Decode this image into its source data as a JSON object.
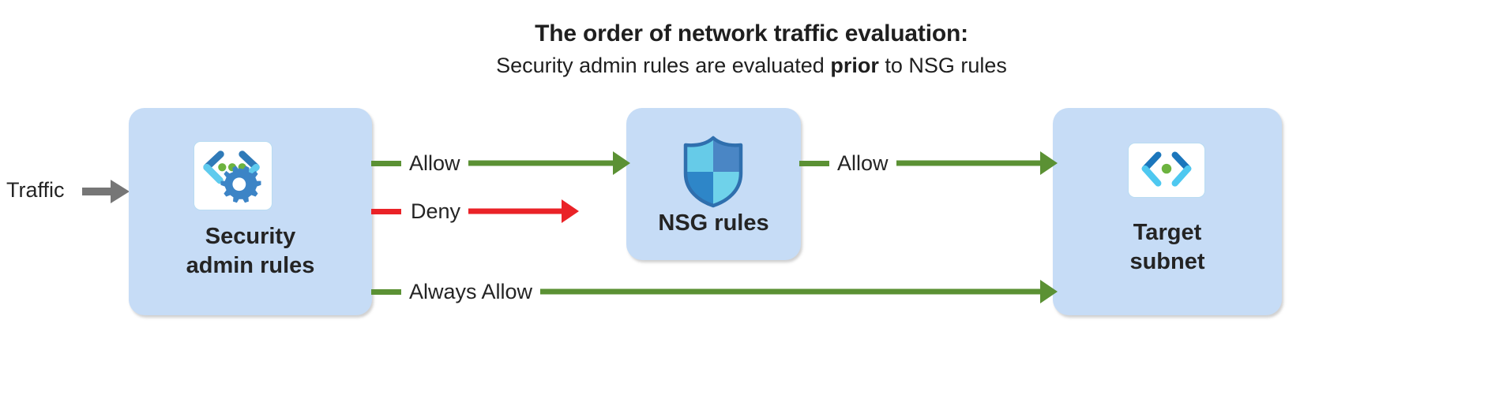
{
  "header": {
    "title": "The order of network traffic evaluation:",
    "subtitle_before": "Security admin rules are evaluated ",
    "subtitle_emphasis": "prior",
    "subtitle_after": " to NSG rules"
  },
  "entry": {
    "label": "Traffic",
    "arrow_color": "#767676"
  },
  "nodes": [
    {
      "id": "security-admin-rules",
      "label": "Security\nadmin rules",
      "icon": "code-brackets-gear-icon",
      "fill": "#c6dcf6"
    },
    {
      "id": "nsg-rules",
      "label": "NSG rules",
      "icon": "shield-icon",
      "fill": "#c6dcf6"
    },
    {
      "id": "target-subnet",
      "label": "Target\nsubnet",
      "icon": "code-brackets-dot-icon",
      "fill": "#c6dcf6"
    }
  ],
  "flows": [
    {
      "id": "allow-security-to-nsg",
      "label": "Allow",
      "color": "#5b9134",
      "from": "security-admin-rules",
      "to": "nsg-rules"
    },
    {
      "id": "deny-security",
      "label": "Deny",
      "color": "#ea2227",
      "from": "security-admin-rules",
      "to": ""
    },
    {
      "id": "allow-nsg-to-target",
      "label": "Allow",
      "color": "#5b9134",
      "from": "nsg-rules",
      "to": "target-subnet"
    },
    {
      "id": "always-allow-security-to-target",
      "label": "Always Allow",
      "color": "#5b9134",
      "from": "security-admin-rules",
      "to": "target-subnet"
    }
  ],
  "colors": {
    "node_fill": "#c6dcf6",
    "allow_green": "#5b9134",
    "deny_red": "#ea2227",
    "traffic_gray": "#767676",
    "text": "#242424",
    "background": "#ffffff"
  }
}
